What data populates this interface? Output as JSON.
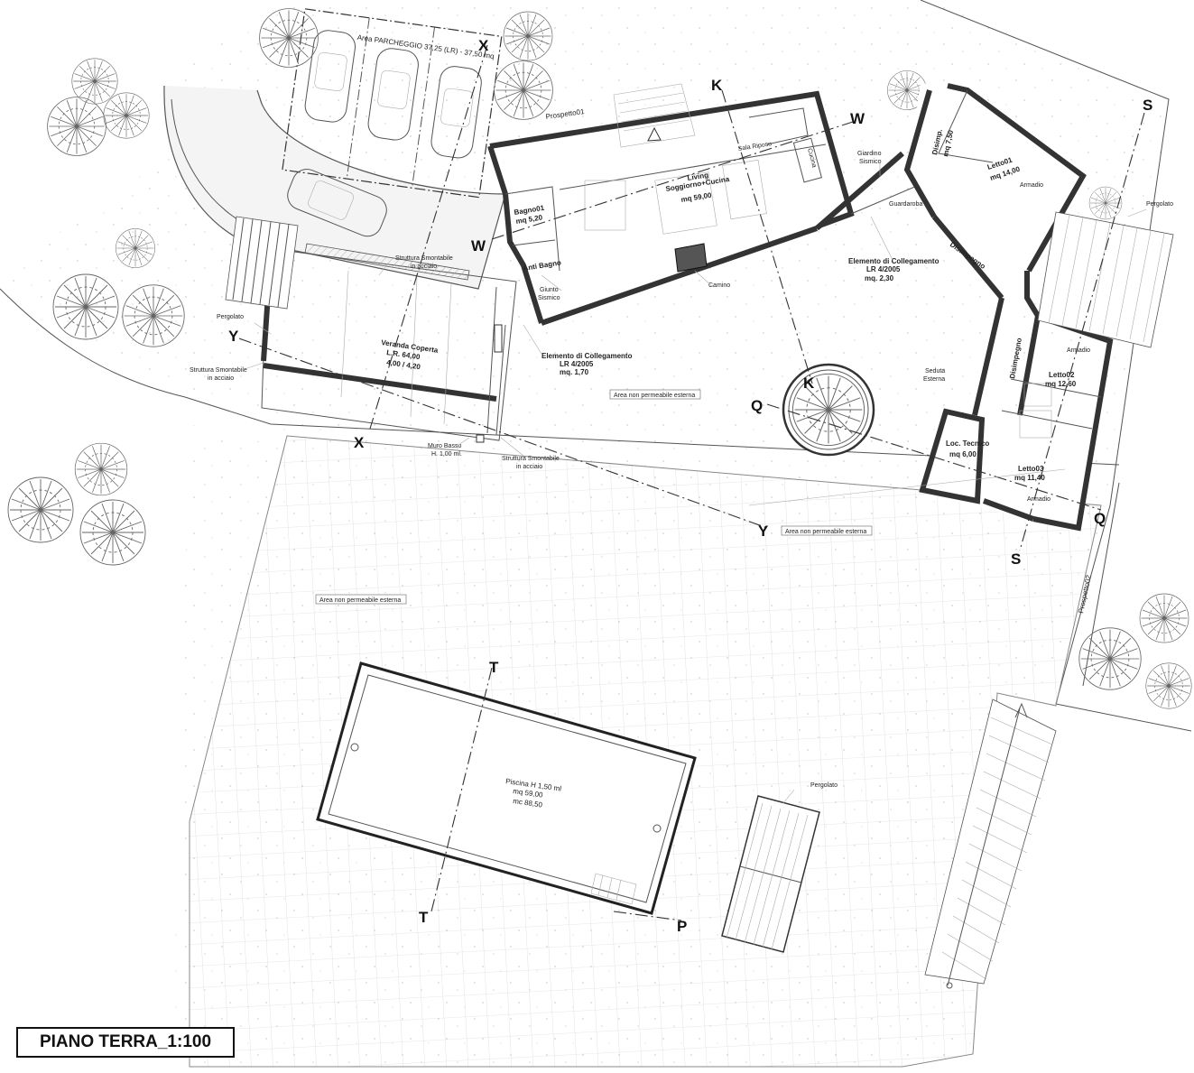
{
  "drawing": {
    "title": "PIANO TERRA_1:100"
  },
  "section_marks": {
    "x": "X",
    "y": "Y",
    "k": "K",
    "w": "W",
    "s": "S",
    "q": "Q",
    "t": "T",
    "p": "P"
  },
  "facades": {
    "prospetto01": "Prospetto01",
    "prospetto02": "Prospetto02"
  },
  "parking": {
    "label": "Area PARCHEGGIO 37,25 (LR) - 37,50 mq"
  },
  "rooms": {
    "living_name": "Living",
    "living_sub": "Soggiorno+Cucina",
    "living_area": "mq 59,00",
    "bagno01_name": "Bagno01",
    "bagno01_area": "mq 5,20",
    "anti_bagno": "Anti Bagno",
    "sala_riposo": "Sala Riposo",
    "cucina_tag": "Cucina",
    "camino": "Camino",
    "giunto_sismico_1": "Giunto",
    "giunto_sismico_2": "Sismico",
    "giardino_sismico_1": "Giardino",
    "giardino_sismico_2": "Sismico",
    "guardaroba": "Guardaroba",
    "disimpegno_small_name": "Disimp.",
    "disimpegno_small_area": "mq 7,50",
    "letto01_name": "Letto01",
    "letto01_area": "mq 14,00",
    "armadio_1": "Armadio",
    "disimpegno_1": "Disimpegno",
    "disimpegno_2": "Disimpegno",
    "letto02_name": "Letto02",
    "letto02_area": "mq 12,60",
    "armadio_2": "Armadio",
    "letto03_name": "Letto03",
    "letto03_area": "mq 11,40",
    "armadio_3": "Armadio",
    "loc_tecnico_name": "Loc. Tecnico",
    "loc_tecnico_area": "mq 6,00",
    "seduta_1": "Seduta",
    "seduta_2": "Esterna",
    "veranda_name": "Veranda Coperta",
    "veranda_area": "L.R. 64,00",
    "veranda_dims": "4,00 / 4,20"
  },
  "annotations": {
    "strutt_smont_1a": "Struttura Smontabile",
    "strutt_smont_1b": "in acciaio",
    "strutt_smont_2a": "Struttura Smontabile",
    "strutt_smont_2b": "in acciaio",
    "strutt_smont_3a": "Struttura Smontabile",
    "strutt_smont_3b": "in acciaio",
    "pergolato_left": "Pergolato",
    "pergolato_right": "Pergolato",
    "pergolato_bottom": "Pergolato",
    "muro_basso_1": "Muro Basso",
    "muro_basso_2": "H. 1,00 ml.",
    "collegamento_1a": "Elemento di Collegamento",
    "collegamento_1b": "LR 4/2005",
    "collegamento_1c": "mq. 1,70",
    "collegamento_2a": "Elemento di Collegamento",
    "collegamento_2b": "LR 4/2005",
    "collegamento_2c": "mq. 2,30",
    "area_np_1": "Area non permeabile esterna",
    "area_np_2": "Area non permeabile esterna",
    "area_np_3": "Area non permeabile esterna"
  },
  "pool": {
    "name": "Piscina H 1,50 ml",
    "area": "mq 59,00",
    "volume": "mc 88,50"
  }
}
